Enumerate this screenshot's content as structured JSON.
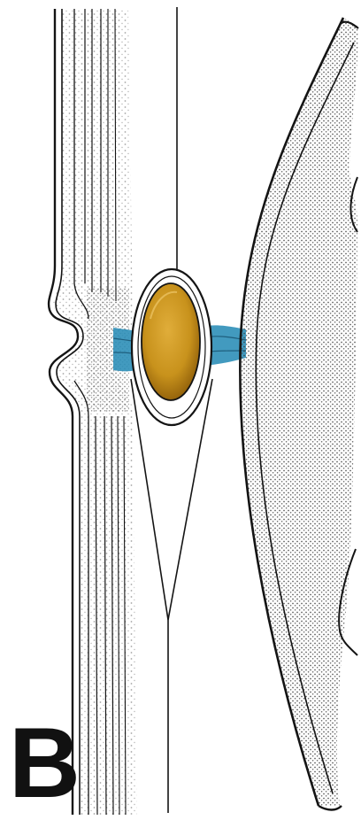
{
  "figure": {
    "panel_label": "B"
  },
  "colors": {
    "background": "#ffffff",
    "ink": "#141414",
    "stipple": "#5a5a5a",
    "nucleus_fill": "#c8921c",
    "nucleus_shade": "#8a5a08",
    "membrane_blue": "#2e8fb8",
    "membrane_dark": "#1f5f7e"
  },
  "icons": {
    "left_tissue": "stippled-fibrous-layer",
    "right_tissue": "stippled-curved-organ",
    "center_body": "oval-nucleus"
  }
}
